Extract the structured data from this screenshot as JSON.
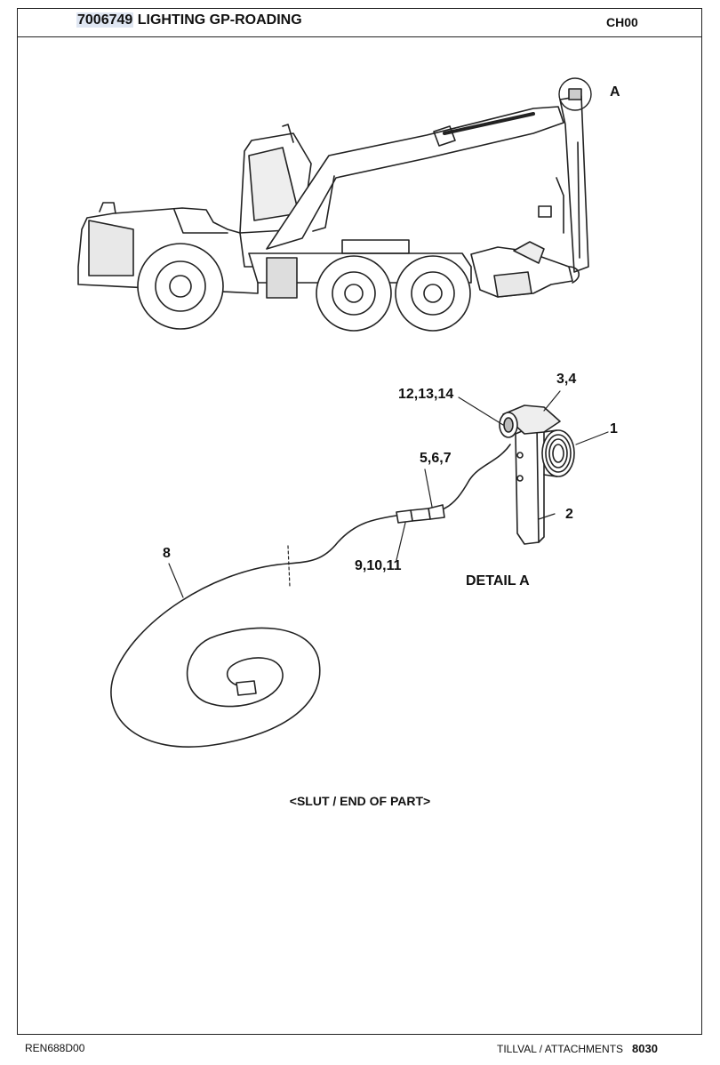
{
  "header": {
    "part_number": "7006749",
    "title": "LIGHTING GP-ROADING",
    "section_code": "CH00"
  },
  "callouts": {
    "detail_marker": "A",
    "item_1": "1",
    "item_2": "2",
    "item_3_4": "3,4",
    "item_5_6_7": "5,6,7",
    "item_8": "8",
    "item_9_10_11": "9,10,11",
    "item_12_13_14": "12,13,14"
  },
  "detail_label": "DETAIL A",
  "end_note": "<SLUT / END OF PART>",
  "footer": {
    "doc_code": "REN688D00",
    "category": "TILLVAL / ATTACHMENTS",
    "page": "8030"
  }
}
